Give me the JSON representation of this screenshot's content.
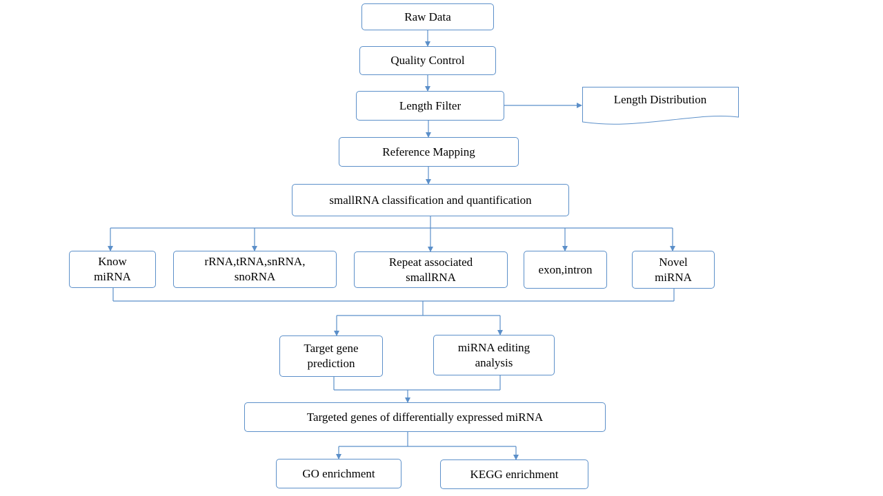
{
  "nodes": {
    "raw_data": "Raw Data",
    "quality_control": "Quality Control",
    "length_filter": "Length Filter",
    "length_distribution": "Length Distribution",
    "reference_mapping": "Reference Mapping",
    "smallrna_classification": "smallRNA classification and quantification",
    "know_mirna": "Know\nmiRNA",
    "rrna_trna": "rRNA,tRNA,snRNA,\nsnoRNA",
    "repeat_associated": "Repeat associated\nsmallRNA",
    "exon_intron": "exon,intron",
    "novel_mirna": "Novel\nmiRNA",
    "target_gene_prediction": "Target gene\nprediction",
    "mirna_editing": "miRNA editing\nanalysis",
    "targeted_genes": "Targeted genes of differentially expressed miRNA",
    "go_enrichment": "GO enrichment",
    "kegg_enrichment": "KEGG enrichment"
  },
  "colors": {
    "border": "#5b8fc9",
    "arrow": "#5b8fc9",
    "text": "#000000"
  }
}
